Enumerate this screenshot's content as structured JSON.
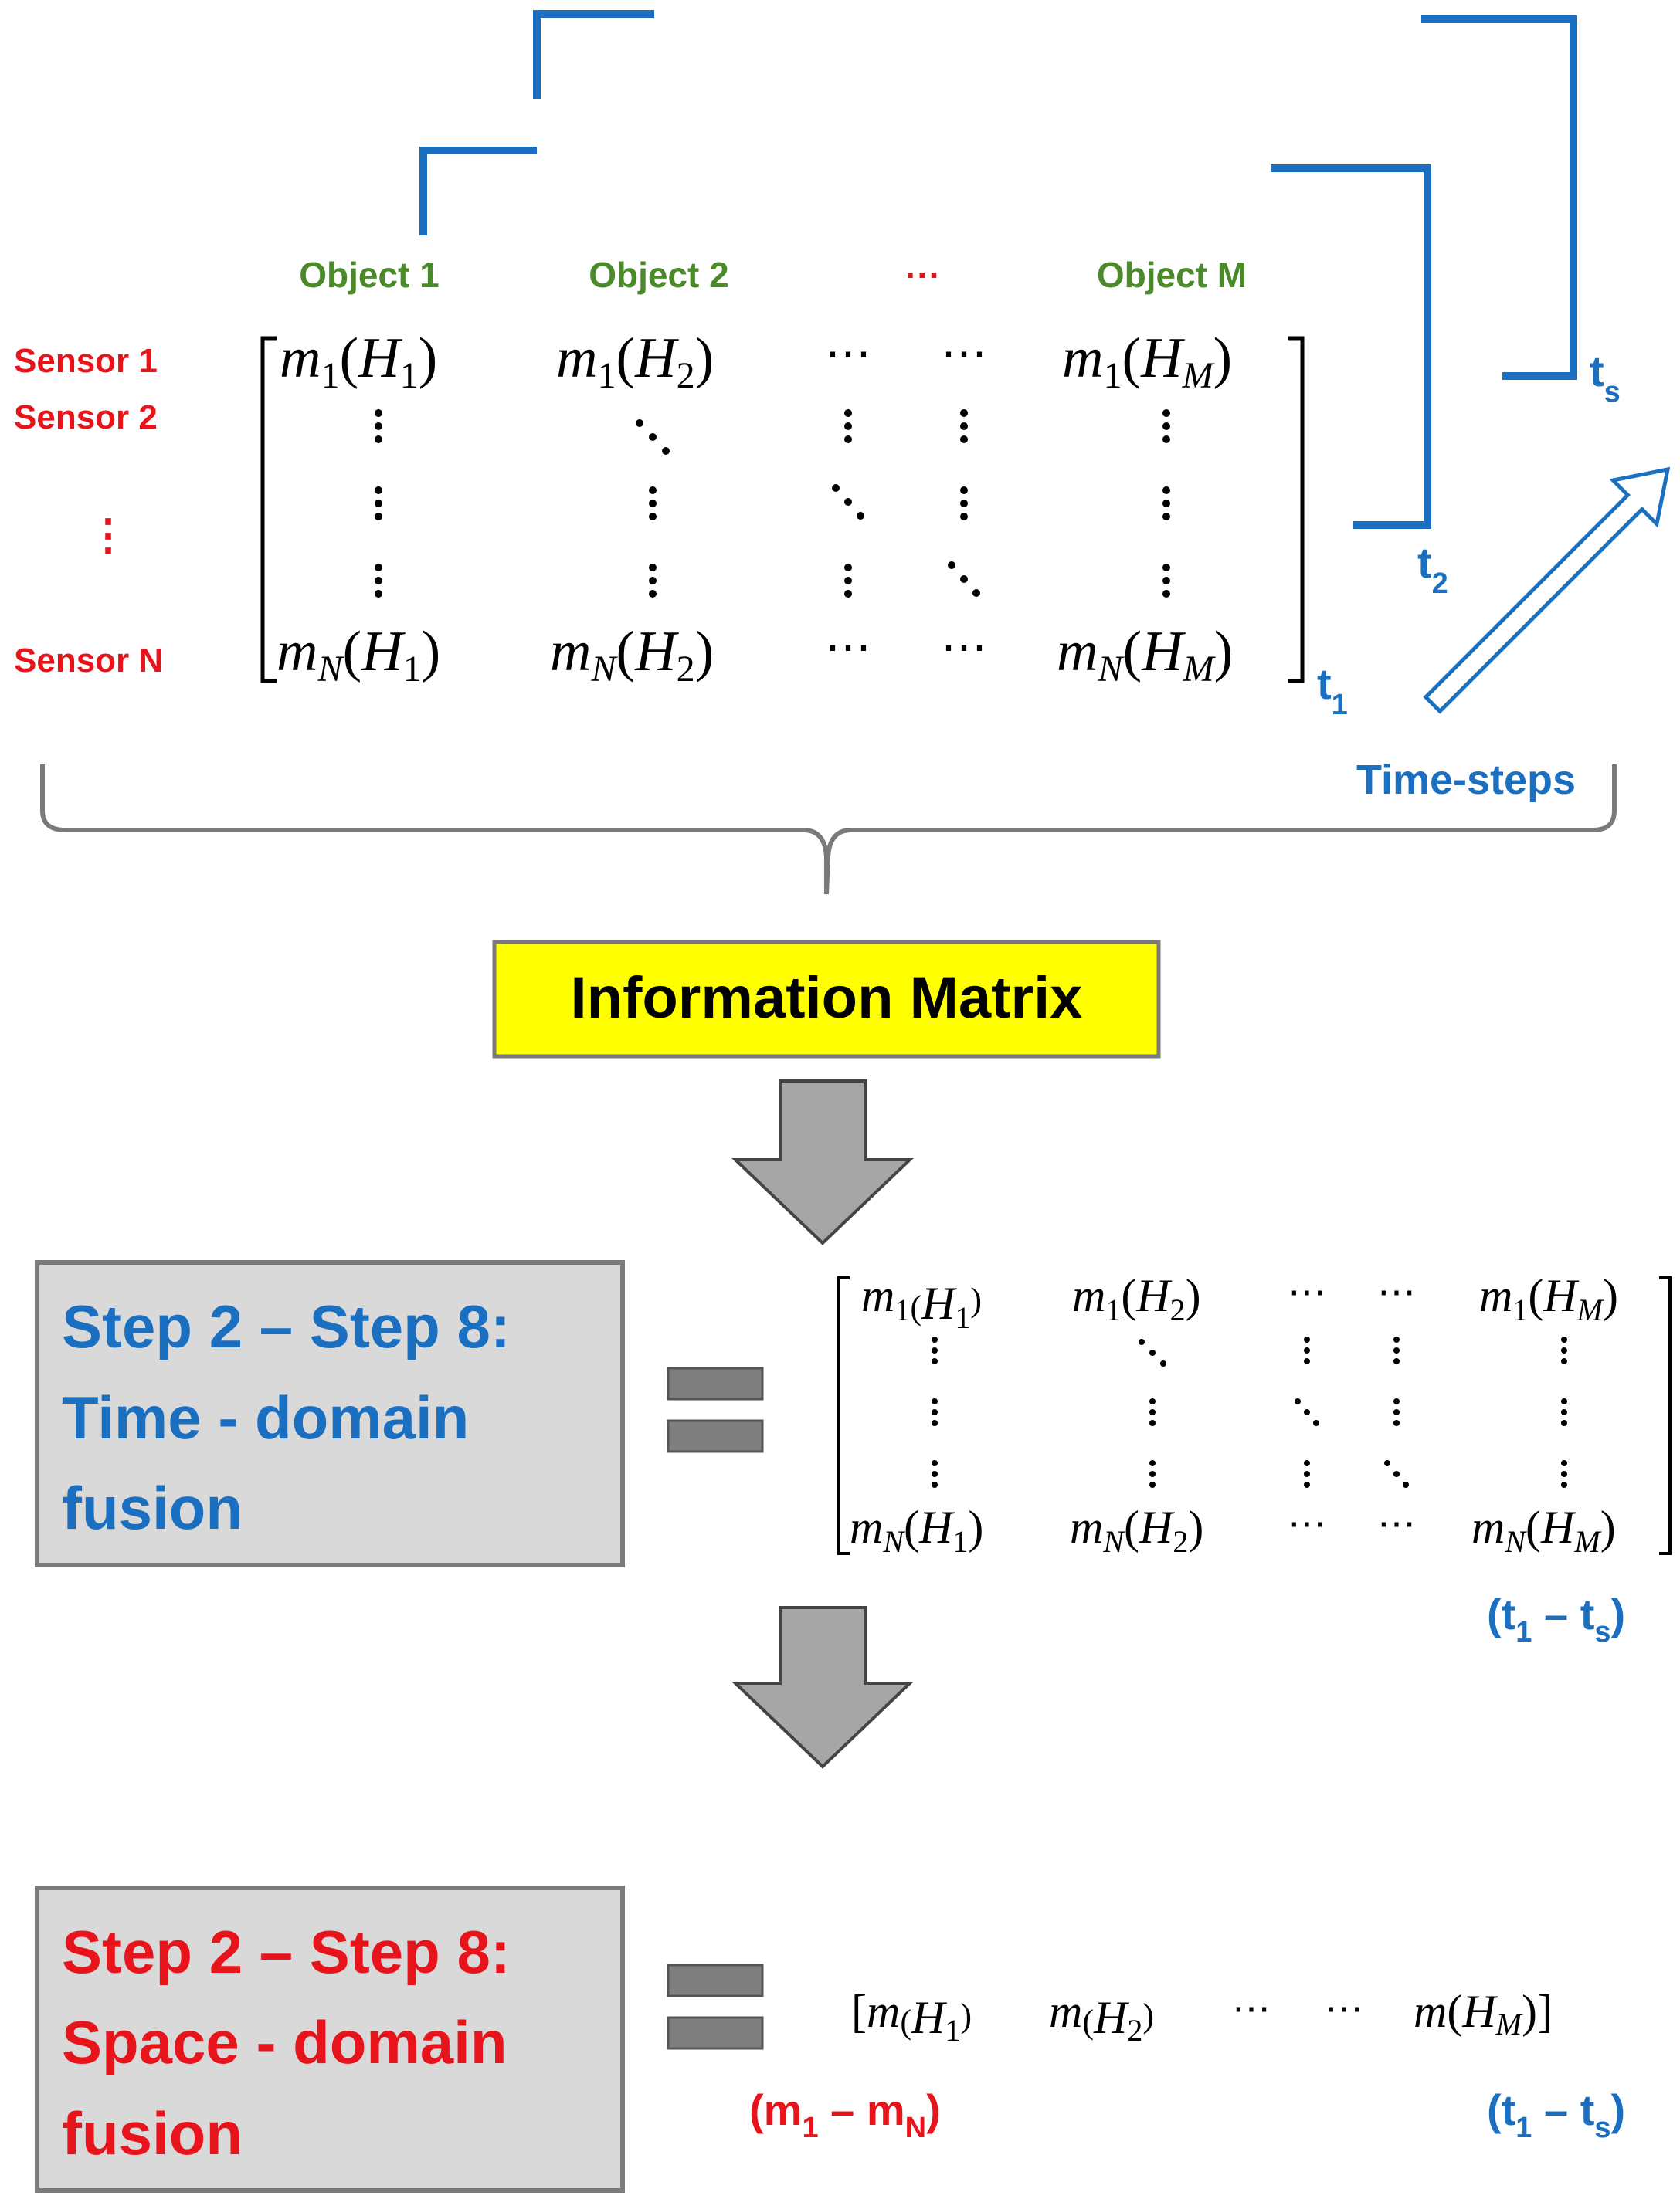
{
  "colors": {
    "blue": "#1a6fc0",
    "red": "#e8141c",
    "green": "#4a8a2a",
    "yellow": "#ffff00",
    "grey_box": "#d9d9d9",
    "grey_border": "#7a7a7a",
    "arrow_grey": "#a6a6a6",
    "equals_grey": "#7f7f7f",
    "black": "#000000"
  },
  "objects": [
    "Object 1",
    "Object 2",
    "···",
    "Object M"
  ],
  "sensors": [
    "Sensor 1",
    "Sensor 2",
    "⋮",
    "Sensor N"
  ],
  "time": {
    "t1": "t",
    "t1_sub": "1",
    "t2": "t",
    "t2_sub": "2",
    "ts": "t",
    "ts_sub": "s",
    "time_steps_label": "Time-steps"
  },
  "matrix": {
    "top_row": [
      {
        "m": "m",
        "msub": "1",
        "h": "H",
        "hsub": "1"
      },
      {
        "m": "m",
        "msub": "1",
        "h": "H",
        "hsub": "2"
      },
      {
        "m": "m",
        "msub": "1",
        "h": "H",
        "hsub": "M"
      }
    ],
    "bottom_row": [
      {
        "m": "m",
        "msub": "N",
        "h": "H",
        "hsub": "1"
      },
      {
        "m": "m",
        "msub": "N",
        "h": "H",
        "hsub": "2"
      },
      {
        "m": "m",
        "msub": "N",
        "h": "H",
        "hsub": "M"
      }
    ],
    "hdots": "⋯"
  },
  "info_box": {
    "label": "Information Matrix"
  },
  "time_fusion_box": {
    "lines": [
      "Step 2 – Step 8:",
      "Time - domain",
      "fusion"
    ]
  },
  "space_fusion_box": {
    "lines": [
      "Step 2 – Step 8:",
      "Space - domain",
      "fusion"
    ]
  },
  "time_range": {
    "a": "(t",
    "a_sub": "1",
    "dash": " – t",
    "b_sub": "s",
    "close": ")"
  },
  "sensor_range": {
    "a": "(m",
    "a_sub": "1",
    "dash": " – m",
    "b_sub": "N",
    "close": ")"
  },
  "final_vector": [
    {
      "m": "m",
      "h": "H",
      "hsub": "1"
    },
    {
      "m": "m",
      "h": "H",
      "hsub": "2"
    },
    {
      "m": "m",
      "h": "H",
      "hsub": "M"
    }
  ]
}
